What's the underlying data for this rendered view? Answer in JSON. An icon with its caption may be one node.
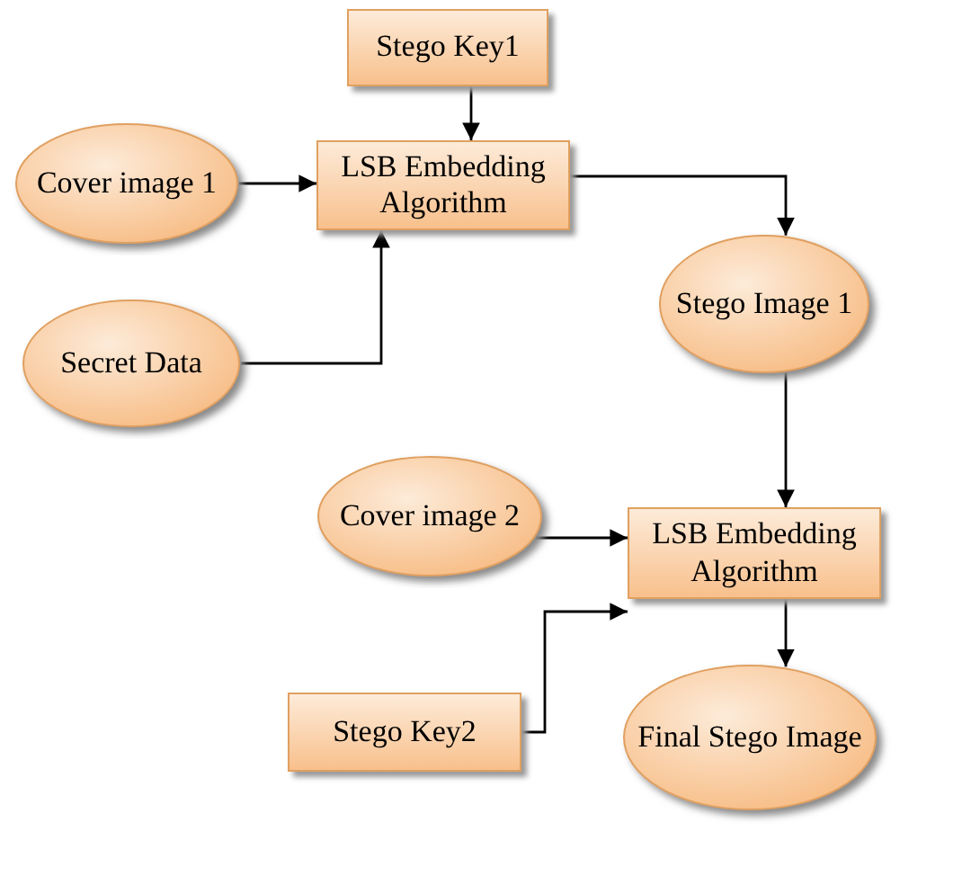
{
  "diagram": {
    "nodes": [
      {
        "text": [
          "Stego Key1"
        ]
      },
      {
        "text": [
          "Cover image 1"
        ]
      },
      {
        "text": [
          "LSB Embedding Algorithm"
        ]
      },
      {
        "text": [
          "Secret Data"
        ]
      },
      {
        "text": [
          "Stego Image 1"
        ]
      },
      {
        "text": [
          "Cover image 2"
        ]
      },
      {
        "text": [
          "LSB Embedding Algorithm"
        ]
      },
      {
        "text": [
          "Stego Key2"
        ]
      },
      {
        "text": [
          "Final Stego Image"
        ]
      }
    ],
    "edges": [
      {
        "from": 0,
        "to": 2,
        "arrow": "to"
      },
      {
        "from": 1,
        "to": 2,
        "arrow": "to"
      },
      {
        "from": 3,
        "to": 2,
        "arrow": "to"
      },
      {
        "from": 2,
        "to": 4,
        "arrow": "to"
      },
      {
        "from": 4,
        "to": 6,
        "arrow": "to"
      },
      {
        "from": 5,
        "to": 6,
        "arrow": "to"
      },
      {
        "from": 7,
        "to": 6,
        "arrow": "to"
      },
      {
        "from": 6,
        "to": 8,
        "arrow": "to"
      }
    ]
  }
}
